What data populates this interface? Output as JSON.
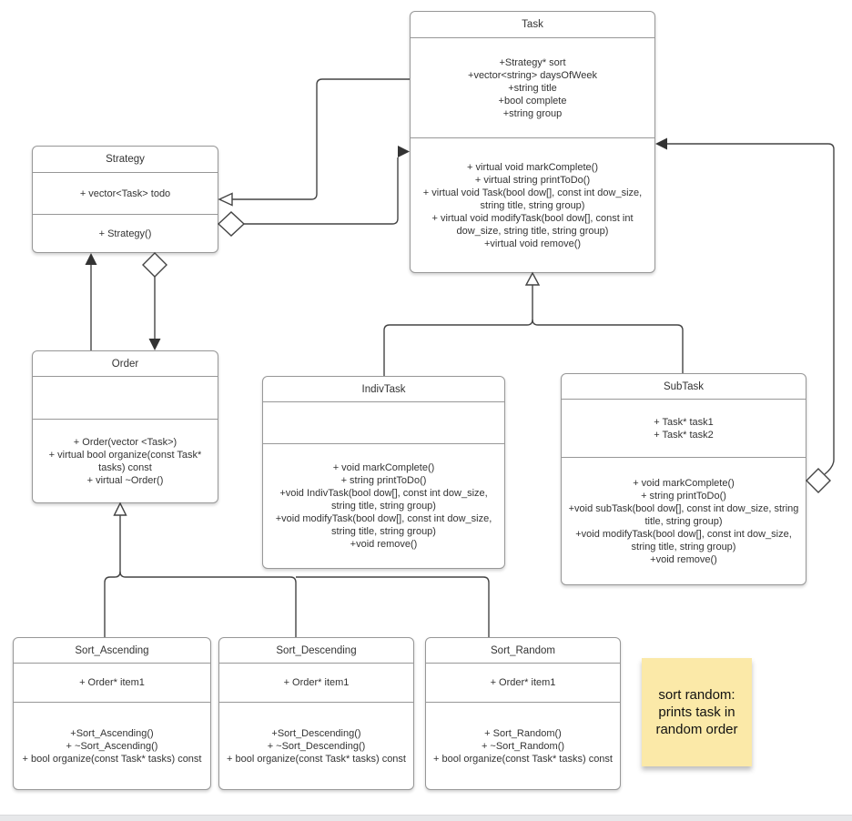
{
  "diagram": {
    "classes": [
      {
        "title": "Task",
        "attributes": [
          "+Strategy* sort",
          "+vector<string> daysOfWeek",
          "+string title",
          "+bool complete",
          "+string group"
        ],
        "methods": [
          "+ virtual void markComplete()",
          "+ virtual string printToDo()",
          "+ virtual void Task(bool dow[], const int dow_size, string title, string group)",
          "+ virtual void modifyTask(bool dow[], const int dow_size, string title, string group)",
          "+virtual void remove()"
        ]
      },
      {
        "title": "Strategy",
        "attributes": [
          "+ vector<Task> todo"
        ],
        "methods": [
          "+ Strategy()"
        ]
      },
      {
        "title": "Order",
        "attributes": [],
        "methods": [
          "+ Order(vector <Task>)",
          "+ virtual bool organize(const Task* tasks) const",
          "+ virtual ~Order()"
        ]
      },
      {
        "title": "IndivTask",
        "attributes": [],
        "methods": [
          "+ void markComplete()",
          "+ string printToDo()",
          "+void IndivTask(bool dow[], const int dow_size, string title, string group)",
          "+void modifyTask(bool dow[], const int dow_size, string title, string group)",
          "+void remove()"
        ]
      },
      {
        "title": "SubTask",
        "attributes": [
          "+ Task* task1",
          "+ Task* task2"
        ],
        "methods": [
          "+ void markComplete()",
          "+ string printToDo()",
          "+void subTask(bool dow[], const int dow_size, string title, string group)",
          "+void modifyTask(bool dow[], const int dow_size, string title, string group)",
          "+void remove()"
        ]
      },
      {
        "title": "Sort_Ascending",
        "attributes": [
          "+ Order* item1"
        ],
        "methods": [
          "+Sort_Ascending()",
          "+ ~Sort_Ascending()",
          "+ bool organize(const Task* tasks) const"
        ]
      },
      {
        "title": "Sort_Descending",
        "attributes": [
          "+ Order* item1"
        ],
        "methods": [
          "+Sort_Descending()",
          "+ ~Sort_Descending()",
          "+ bool organize(const Task* tasks) const"
        ]
      },
      {
        "title": "Sort_Random",
        "attributes": [
          "+ Order* item1"
        ],
        "methods": [
          "+ Sort_Random()",
          "+ ~Sort_Random()",
          "+ bool organize(const Task* tasks) const"
        ]
      }
    ],
    "note": {
      "text": "sort random: prints task in random order",
      "bg_color": "#fbe9a8"
    },
    "relationships": [
      {
        "from": "Task",
        "to": "Strategy",
        "type": "association-open-arrow"
      },
      {
        "from": "Strategy",
        "to": "Task",
        "type": "aggregation-arrow"
      },
      {
        "from": "Order",
        "to": "Strategy",
        "type": "association-arrow"
      },
      {
        "from": "Strategy",
        "to": "Order",
        "type": "aggregation-arrow"
      },
      {
        "from": "IndivTask",
        "to": "Task",
        "type": "generalization"
      },
      {
        "from": "SubTask",
        "to": "Task",
        "type": "generalization"
      },
      {
        "from": "SubTask",
        "to": "Task",
        "type": "aggregation-arrow"
      },
      {
        "from": "Sort_Ascending",
        "to": "Order",
        "type": "generalization"
      },
      {
        "from": "Sort_Descending",
        "to": "Order",
        "type": "generalization"
      },
      {
        "from": "Sort_Random",
        "to": "Order",
        "type": "generalization"
      }
    ],
    "colors": {
      "line": "#444444",
      "arrow_fill": "#333333",
      "box_border": "#979797",
      "note_bg": "#fbe9a8",
      "bottom_bar": "#e7e8ea"
    }
  }
}
